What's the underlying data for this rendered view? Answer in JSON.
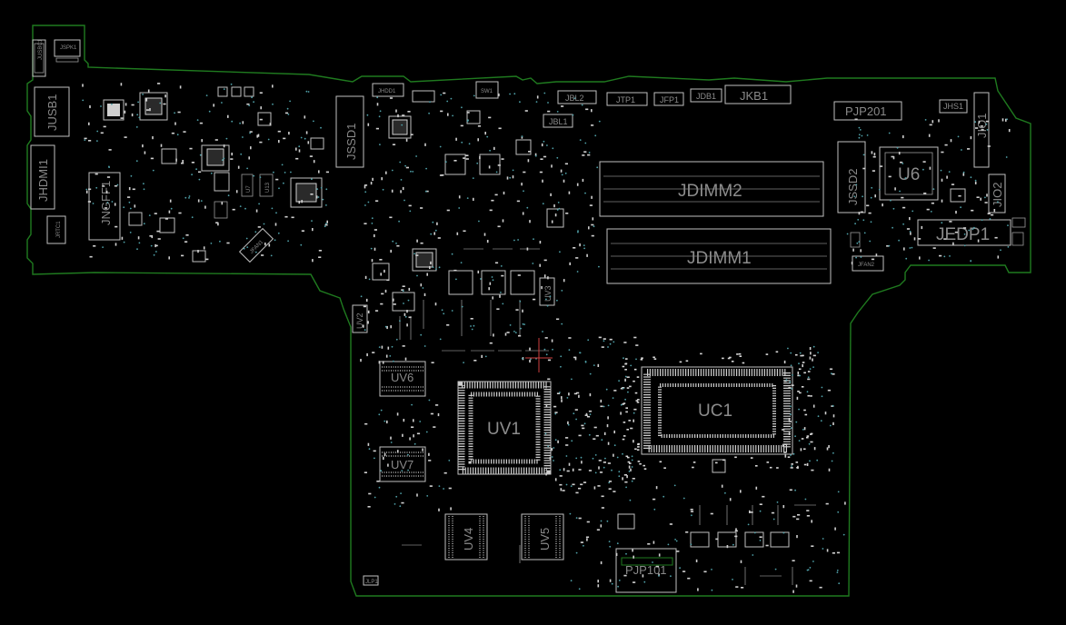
{
  "board": {
    "outline_color": "#1f7a1f",
    "silk_color": "#bfbfbf",
    "label_color": "#8a8a8a",
    "via_color": "#4fa0a8",
    "background": "#000000"
  },
  "components": {
    "jspk1": "JSPK1",
    "jusb1": "JUSB1",
    "jusbc1": "JUSBC1",
    "jhdmi1": "JHDMI1",
    "jngff1": "JNGFF1",
    "jssd1": "JSSD1",
    "jhdd1": "JHDD1",
    "jfan1": "JFAN1",
    "jbl2": "JBL2",
    "jtp1": "JTP1",
    "jfp1": "JFP1",
    "jdb1": "JDB1",
    "jkb1": "JKB1",
    "jbl1": "JBL1",
    "sw1": "SW1",
    "pjp201": "PJP201",
    "jhs1": "JHS1",
    "jio1": "JIO1",
    "jio2": "JIO2",
    "jssd2": "JSSD2",
    "u6": "U6",
    "jedp1": "JEDP1",
    "jfan2": "JFAN2",
    "jdimm2": "JDIMM2",
    "jdimm1": "JDIMM1",
    "uv2": "UV2",
    "uv3": "UV3",
    "uv6": "UV6",
    "uv1": "UV1",
    "uv7": "UV7",
    "uc1": "UC1",
    "uv4": "UV4",
    "uv5": "UV5",
    "pjp101": "PJP101",
    "jrtc1": "JRTC1",
    "jlp1": "JLP1",
    "u7": "U7",
    "u13": "U13"
  }
}
